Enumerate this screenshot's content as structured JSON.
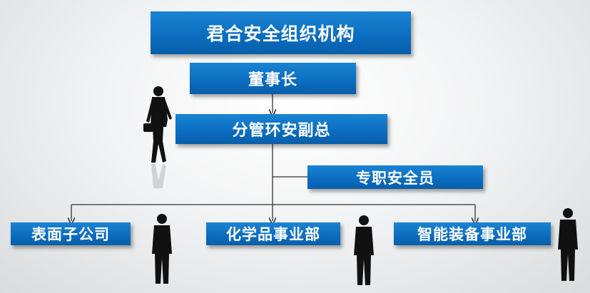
{
  "title": "君合安全组织机构",
  "nodes": {
    "chairman": "董事长",
    "vp": "分管环安副总",
    "officer": "专职安全员",
    "sub1": "表面子公司",
    "sub2": "化学品事业部",
    "sub3": "智能装备事业部"
  },
  "colors": {
    "box": "#0b6cbf",
    "text": "#ffffff",
    "line": "#333333"
  },
  "icons": [
    "businessman-silhouette-icon",
    "person-silhouette-icon"
  ]
}
